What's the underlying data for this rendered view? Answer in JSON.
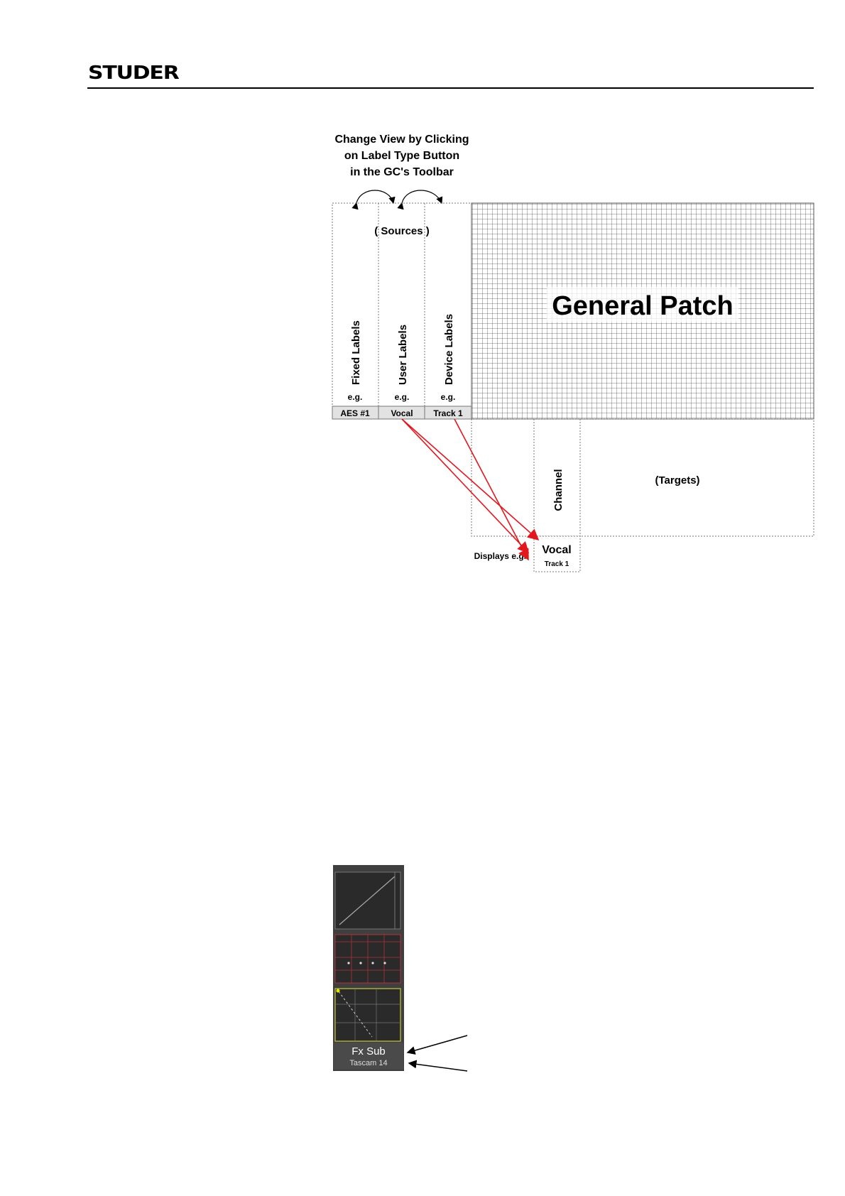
{
  "header": {
    "brand": "STUDER"
  },
  "diagram": {
    "caption_lines": [
      "Change View by Clicking",
      "on Label Type Button",
      "in the GC's Toolbar"
    ],
    "sources_label": "( Sources )",
    "columns": [
      {
        "title": "Fixed Labels",
        "eg": "e.g.",
        "example": "AES #1"
      },
      {
        "title": "User Labels",
        "eg": "e.g.",
        "example": "Vocal"
      },
      {
        "title": "Device Labels",
        "eg": "e.g.",
        "example": "Track 1"
      }
    ],
    "patch_title": "General Patch",
    "channel_label": "Channel",
    "targets_label": "(Targets)",
    "displays_label": "Displays e.g.:",
    "display_main": "Vocal",
    "display_sub": "Track 1"
  },
  "strip": {
    "name": "Fx Sub",
    "device": "Tascam 14",
    "colors": {
      "panel": "#3f3f3f",
      "red_grid": "#b0303a",
      "yellow_grid": "#c8c840"
    }
  }
}
